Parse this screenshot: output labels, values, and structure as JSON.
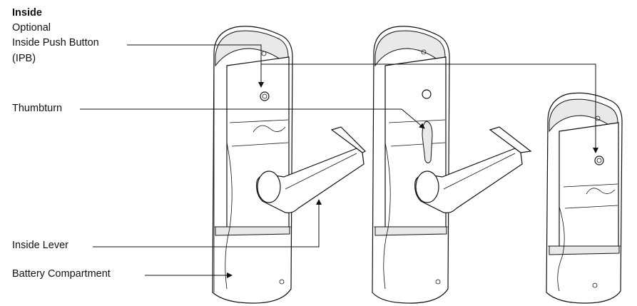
{
  "labels": {
    "inside_title": "Inside",
    "optional": "Optional",
    "inside_push_button": "Inside Push Button",
    "ipb": "(IPB)",
    "thumbturn": "Thumbturn",
    "inside_lever": "Inside Lever",
    "battery_compartment": "Battery Compartment"
  }
}
